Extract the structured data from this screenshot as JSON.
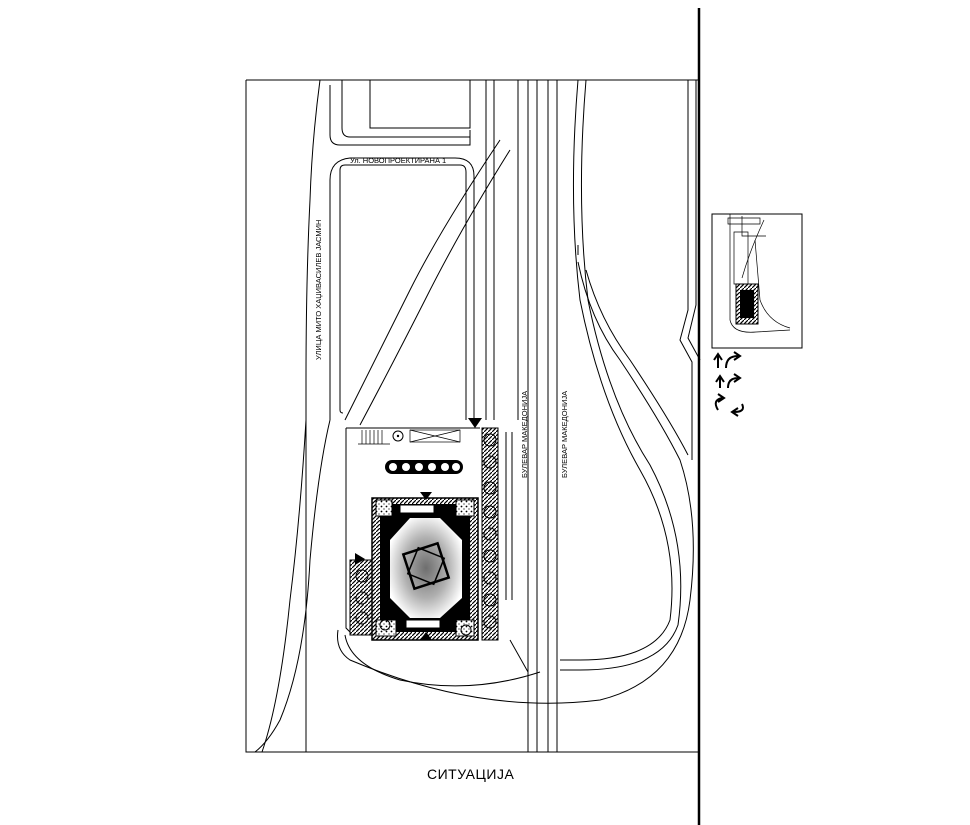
{
  "streets": {
    "novoproektirana": "Ул. НОВОПРОЕКТИРАНА 1",
    "mito_hadzhivasilev": "УЛИЦА МИТО ХАЏИВАСИЛЕВ ЈАСМИН",
    "bulevar_makedonija_1": "БУЛЕВАР МАКЕДОНИЈА",
    "bulevar_makedonija_2": "БУЛЕВАР МАКЕДОНИЈА"
  },
  "caption": "СИТУАЦИЈА",
  "icons": {
    "arrows": "flow-direction-arrows-icon",
    "entrance": "entrance-triangle-icon",
    "tree": "tree-symbol-icon"
  }
}
